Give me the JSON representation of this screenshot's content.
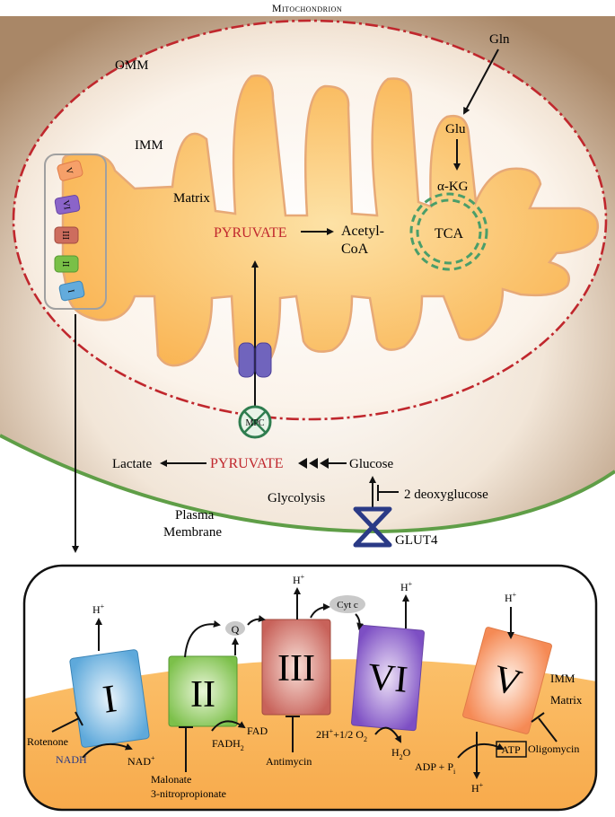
{
  "title": "Mitochondrion",
  "labels": {
    "omm": "OMM",
    "imm": "IMM",
    "matrix": "Matrix",
    "pyruvate_matrix": "PYRUVATE",
    "acetyl_coa": "Acetyl-",
    "acetyl_coa_2": "CoA",
    "tca": "TCA",
    "gln": "Gln",
    "glu": "Glu",
    "akg": "α-KG",
    "mpc": "MPC",
    "lactate": "Lactate",
    "pyruvate_cyto": "PYRUVATE",
    "glucose": "Glucose",
    "glycolysis": "Glycolysis",
    "deoxyglucose": "2 deoxyglucose",
    "plasma": "Plasma",
    "membrane": "Membrane",
    "glut4": "GLUT4"
  },
  "inset_complexes": [
    "V",
    "VI",
    "III",
    "II",
    "I"
  ],
  "etc": {
    "complexes": [
      "I",
      "II",
      "III",
      "VI",
      "V"
    ],
    "q": "Q",
    "cytc": "Cyt c",
    "h_plus": "H",
    "plus_sup": "+",
    "imm": "IMM",
    "matrix": "Matrix",
    "rotenone": "Rotenone",
    "nadh": "NADH",
    "nad": "NAD",
    "malonate": "Malonate",
    "nitro": "3-nitropropionate",
    "fadh": "FADH",
    "sub2": "2",
    "fad": "FAD",
    "antimycin": "Antimycin",
    "twoh": "2H",
    "half_o2": "+1/2 O",
    "h2o_h": "H",
    "h2o_o": "O",
    "adp": "ADP + P",
    "sub_i": "i",
    "atp": "ATP",
    "oligomycin": "Oligomycin"
  },
  "colors": {
    "matrix_orange": "#fbb959",
    "membrane_red": "#c0272d",
    "plasma_green": "#5f9e47",
    "mpc_green": "#2f7d4f",
    "glut_blue": "#2a3a86",
    "pyruvate_red": "#c0272d"
  }
}
